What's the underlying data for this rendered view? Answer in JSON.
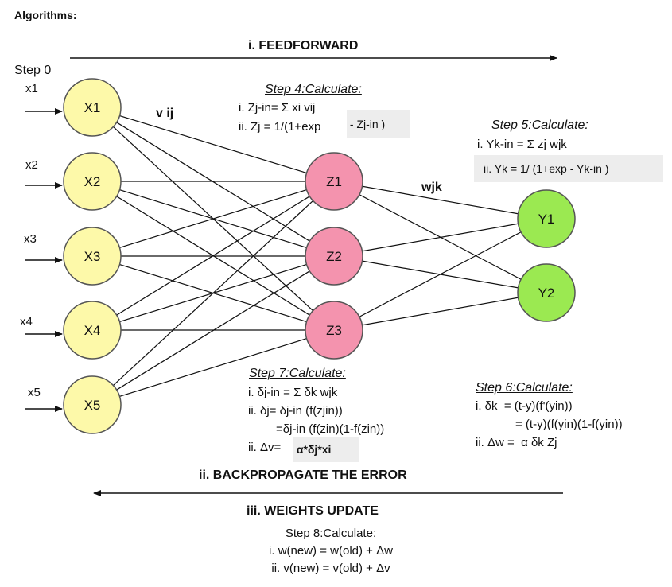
{
  "header": {
    "title": "Algorithms:"
  },
  "phases": {
    "feedforward": "i. FEEDFORWARD",
    "backpropagate": "ii. BACKPROPAGATE THE ERROR",
    "weights_update": "iii. WEIGHTS UPDATE"
  },
  "network": {
    "step0": "Step 0",
    "inputs": [
      "x1",
      "x2",
      "x3",
      "x4",
      "x5"
    ],
    "input_nodes": [
      "X1",
      "X2",
      "X3",
      "X4",
      "X5"
    ],
    "hidden_nodes": [
      "Z1",
      "Z2",
      "Z3"
    ],
    "output_nodes": [
      "Y1",
      "Y2"
    ],
    "weight_labels": {
      "input_hidden": "v ij",
      "hidden_output": "wjk"
    },
    "colors": {
      "input": "#fdf9a9",
      "hidden": "#f493ae",
      "output": "#9be951",
      "edge": "#111111"
    }
  },
  "steps": {
    "step4": {
      "title": "Step 4:Calculate:",
      "line1": "i. Zj-in= Σ xi vij",
      "line2a": "ii. Zj = 1/(1+exp",
      "line2b": " - Zj-in )"
    },
    "step5": {
      "title": "Step 5:Calculate:",
      "line1": "i. Yk-in = Σ zj wjk",
      "line2": "ii. Yk = 1/ (1+exp - Yk-in )"
    },
    "step6": {
      "title": "Step 6:Calculate:",
      "line1": "i. δk  = (t-y)(f'(yin))",
      "line2": "= (t-y)(f(yin)(1-f(yin))",
      "line3": "ii. Δw =  α δk Zj"
    },
    "step7": {
      "title": "Step 7:Calculate:",
      "line1": "i. δj-in = Σ δk wjk",
      "line2": "ii. δj= δj-in (f(zjin))",
      "line3": "=δj-in (f(zin)(1-f(zin))",
      "line4a": "ii. Δv=",
      "line4b": " α*δj*xi"
    },
    "step8": {
      "title": "Step 8:Calculate:",
      "line1": "i. w(new) = w(old) + Δw",
      "line2": "ii. v(new) = v(old) + Δv"
    }
  }
}
